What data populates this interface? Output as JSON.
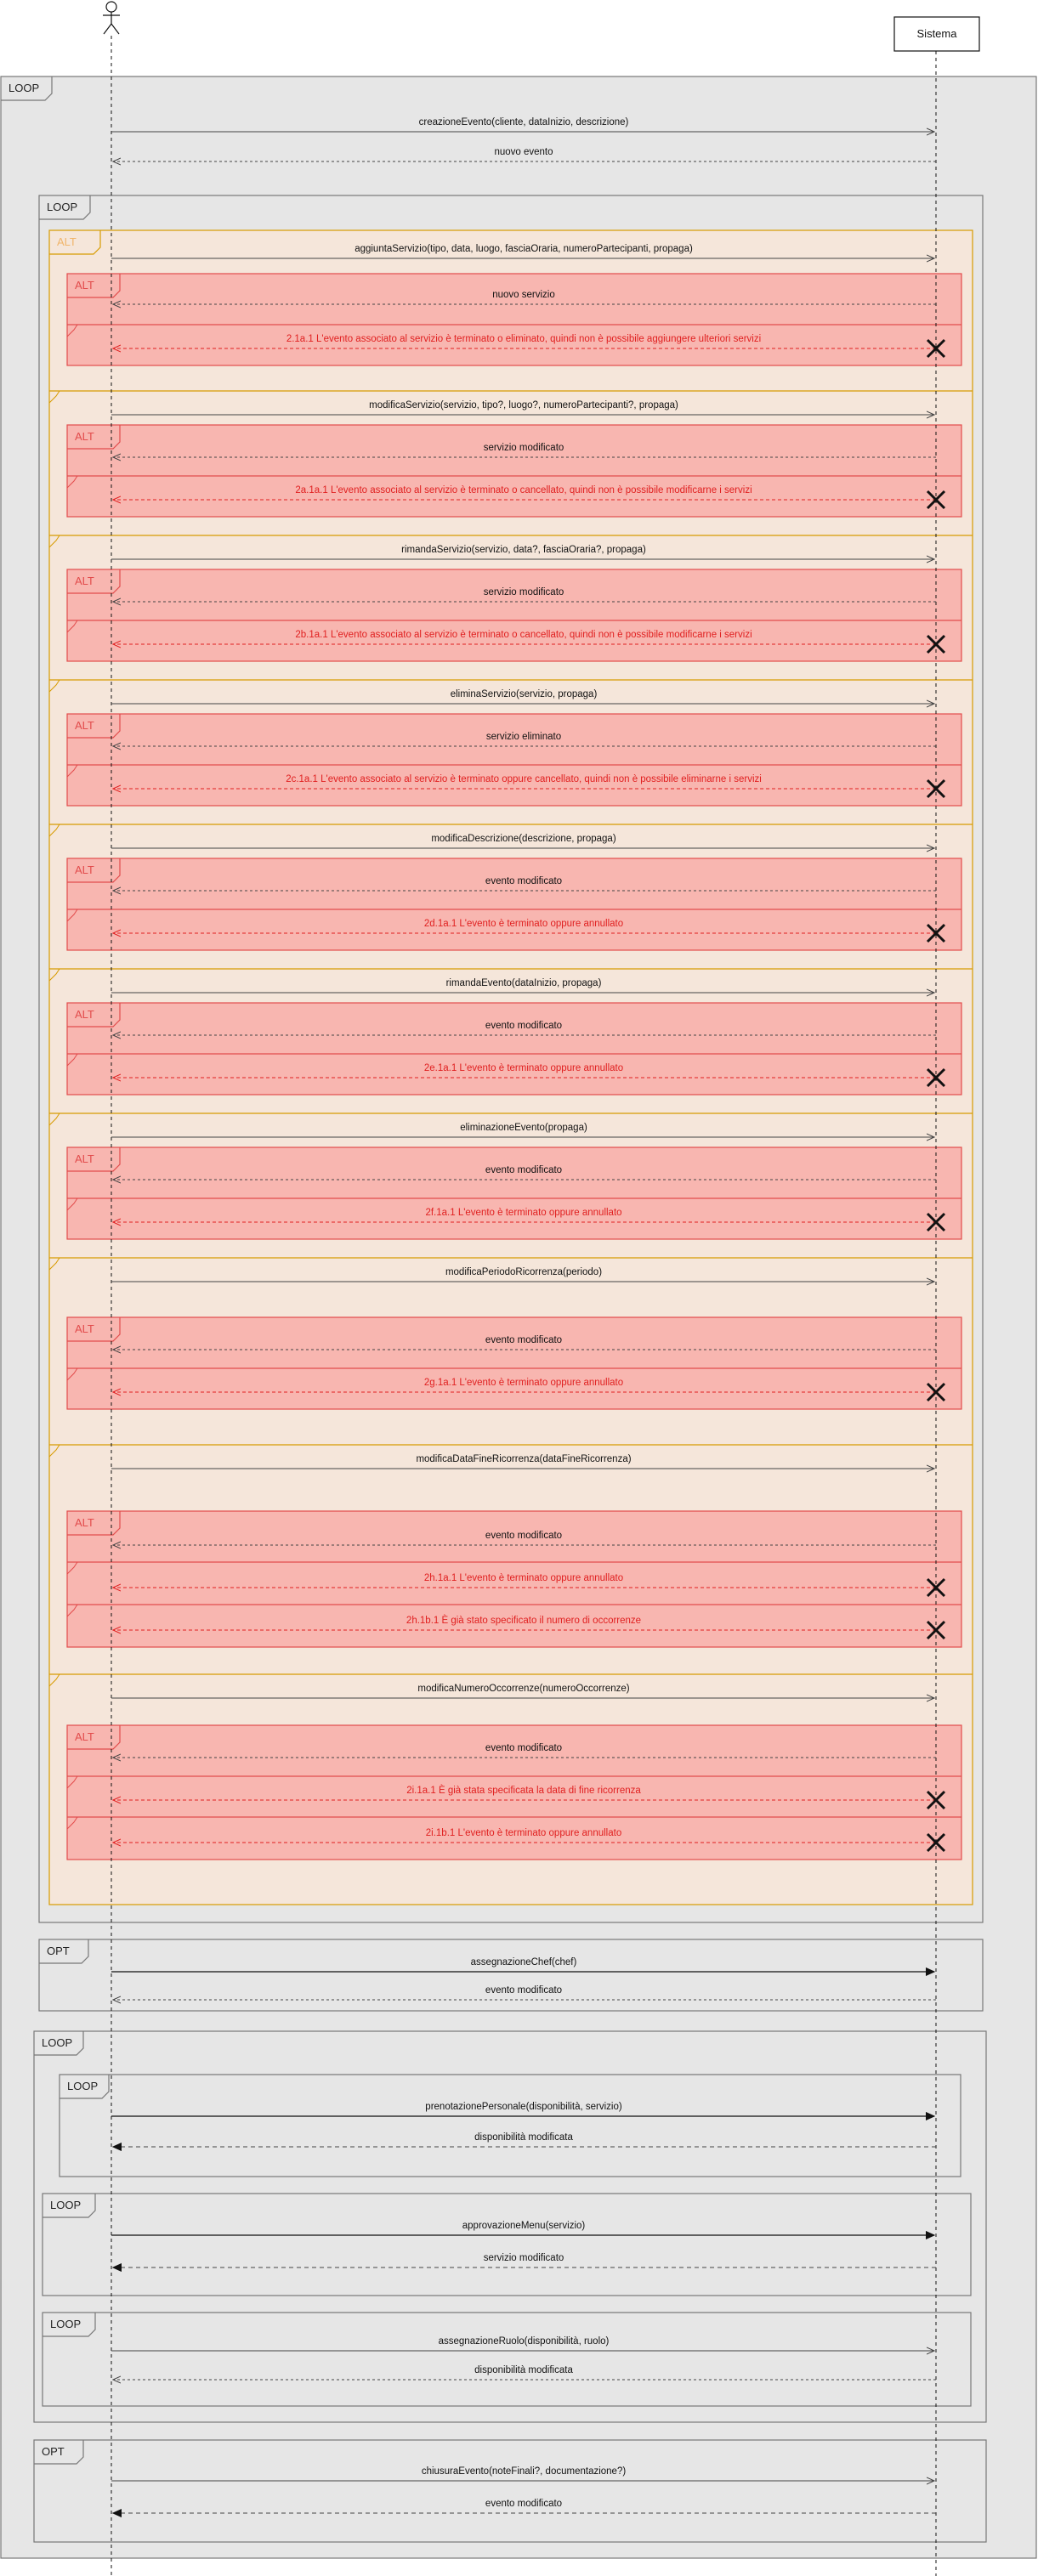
{
  "lifelines": [
    {
      "name": "",
      "kind": "actor"
    },
    {
      "name": "Sistema",
      "kind": "object"
    }
  ],
  "fragment_labels": [
    "LOOP",
    "LOOP",
    "ALT",
    "ALT",
    "ALT",
    "ALT",
    "ALT",
    "ALT",
    "ALT",
    "ALT",
    "ALT",
    "ALT",
    "ALT",
    "OPT",
    "LOOP",
    "LOOP",
    "LOOP",
    "LOOP",
    "OPT"
  ],
  "messages": [
    "creazioneEvento(cliente, dataInizio, descrizione)",
    "nuovo evento",
    "aggiuntaServizio(tipo, data, luogo, fasciaOraria, numeroPartecipanti, propaga)",
    "nuovo servizio",
    "2.1a.1 L'evento associato al servizio è terminato o eliminato, quindi non è possibile aggiungere ulteriori servizi",
    "modificaServizio(servizio, tipo?, luogo?, numeroPartecipanti?, propaga)",
    "servizio modificato",
    "2a.1a.1 L'evento associato al servizio è terminato o cancellato, quindi non è possibile modificarne i servizi",
    "rimandaServizio(servizio, data?, fasciaOraria?, propaga)",
    "servizio modificato",
    "2b.1a.1 L'evento associato al servizio è terminato o cancellato, quindi non è possibile modificarne i servizi",
    "eliminaServizio(servizio, propaga)",
    "servizio eliminato",
    "2c.1a.1 L'evento associato al servizio è terminato oppure cancellato, quindi non è possibile eliminarne i servizi",
    "modificaDescrizione(descrizione, propaga)",
    "evento modificato",
    "2d.1a.1 L'evento è terminato oppure annullato",
    "rimandaEvento(dataInizio, propaga)",
    "evento modificato",
    "2e.1a.1 L'evento è terminato oppure annullato",
    "eliminazioneEvento(propaga)",
    "evento modificato",
    "2f.1a.1 L'evento è terminato oppure annullato",
    "modificaPeriodoRicorrenza(periodo)",
    "evento modificato",
    "2g.1a.1 L'evento è terminato oppure annullato",
    "modificaDataFineRicorrenza(dataFineRicorrenza)",
    "evento modificato",
    "2h.1a.1 L'evento è terminato oppure annullato",
    "2h.1b.1 È già stato specificato il numero di occorrenze",
    "modificaNumeroOccorrenze(numeroOccorrenze)",
    "evento modificato",
    "2i.1a.1 È già stata specificata la data di fine ricorrenza",
    "2i.1b.1 L'evento è terminato oppure annullato",
    "assegnazioneChef(chef)",
    "evento modificato",
    "prenotazionePersonale(disponibilità, servizio)",
    "disponibilità modificata",
    "approvazioneMenu(servizio)",
    "servizio modificato",
    "assegnazioneRuolo(disponibilità, ruolo)",
    "disponibilità modificata",
    "chiusuraEvento(noteFinali?, documentazione?)",
    "evento modificato"
  ],
  "colors": {
    "loop_fill": "#e6e6e6",
    "alt_fill": "#f5e6da",
    "alt_border": "#d79b00",
    "alt_label": "#f0b56a",
    "inner_alt_fill": "#f8b6b0",
    "inner_alt_border": "#e24c4c",
    "error_text": "#e02020",
    "line": "#444444"
  }
}
